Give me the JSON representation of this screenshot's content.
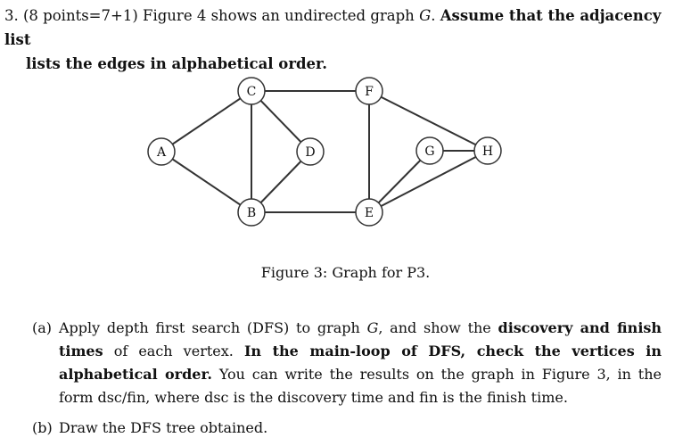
{
  "question": {
    "number": "3.",
    "points": "(8 points=7+1)",
    "intro_a": "Figure 4 shows an undirected graph",
    "graph_var": "G",
    "intro_b": ".",
    "bold_1": "Assume that the adjacency list",
    "bold_2": "lists the edges in alphabetical order."
  },
  "graph": {
    "nodes": [
      "A",
      "B",
      "C",
      "D",
      "E",
      "F",
      "G",
      "H"
    ],
    "edges": [
      [
        "C",
        "F"
      ],
      [
        "A",
        "C"
      ],
      [
        "A",
        "B"
      ],
      [
        "C",
        "B"
      ],
      [
        "C",
        "D"
      ],
      [
        "D",
        "B"
      ],
      [
        "B",
        "E"
      ],
      [
        "F",
        "E"
      ],
      [
        "F",
        "H"
      ],
      [
        "G",
        "E"
      ],
      [
        "G",
        "H"
      ],
      [
        "E",
        "H"
      ]
    ],
    "caption": "Figure 3: Graph for P3."
  },
  "parts": {
    "a": {
      "label": "(a)",
      "t1": "Apply depth first search (DFS) to graph",
      "g": "G",
      "t2": ", and show the",
      "b1": "discovery and finish times",
      "t3": "of each vertex.",
      "b2": "In the main-loop of DFS, check the vertices in alphabetical order.",
      "t4": "You can write the results on the graph in Figure 3, in the form dsc/fin, where dsc is the discovery time and fin is the finish time."
    },
    "b": {
      "label": "(b)",
      "text": "Draw the DFS tree obtained."
    }
  }
}
